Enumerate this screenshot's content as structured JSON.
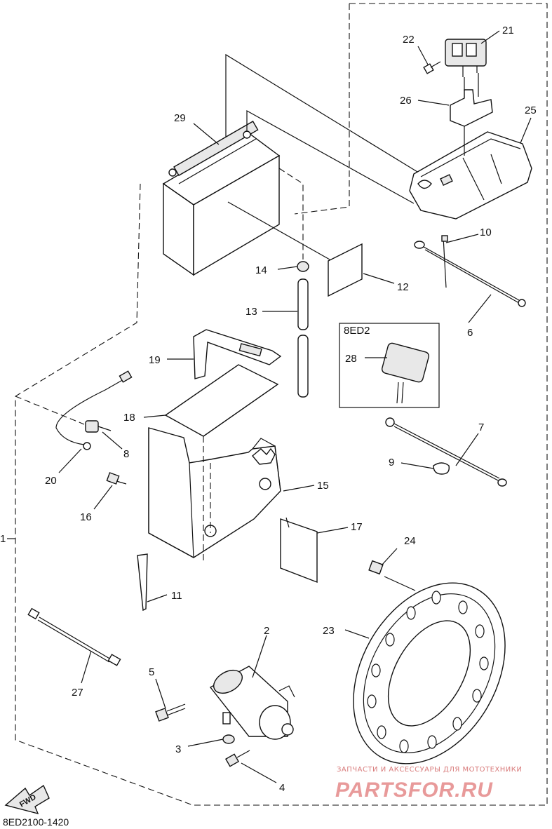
{
  "diagram": {
    "callouts": {
      "c1": "1",
      "c2": "2",
      "c3": "3",
      "c4": "4",
      "c5": "5",
      "c6": "6",
      "c7": "7",
      "c8": "8",
      "c9": "9",
      "c10": "10",
      "c11": "11",
      "c12": "12",
      "c13": "13",
      "c14": "14",
      "c15": "15",
      "c16": "16",
      "c17": "17",
      "c18": "18",
      "c19": "19",
      "c20": "20",
      "c21": "21",
      "c22": "22",
      "c23": "23",
      "c24": "24",
      "c25": "25",
      "c26": "26",
      "c27": "27",
      "c28": "28",
      "c29": "29"
    },
    "inset_title": "8ED2",
    "fwd_label": "FWD",
    "footer_code": "8ED2100-1420"
  },
  "watermark": {
    "tagline": "ЗАПЧАСТИ И АКСЕССУАРЫ ДЛЯ МОТОТЕХНИКИ",
    "logo_text": "PARTSFOR.RU",
    "colors": {
      "tagline": "#d87a7a",
      "logo": "#e89a9a"
    }
  }
}
